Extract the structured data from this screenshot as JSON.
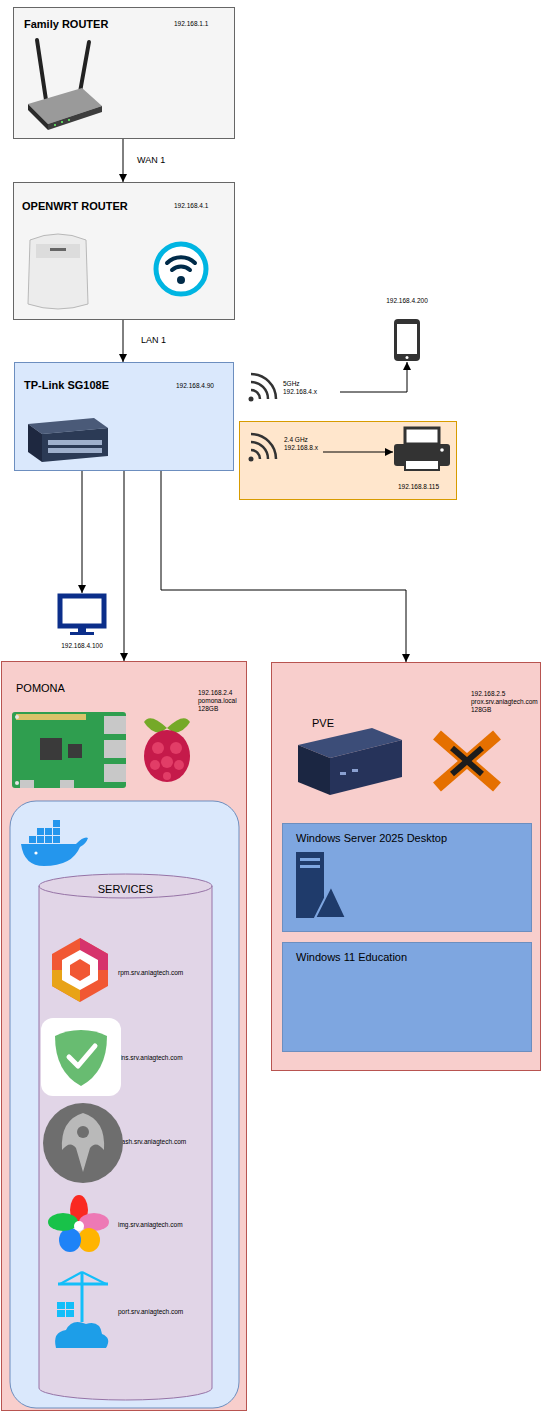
{
  "diagram": {
    "nodes": [
      {
        "text": [
          "Family ROUTER",
          "192.168.1.1"
        ]
      },
      {
        "text": [
          "OPENWRT ROUTER",
          "192.168.4.1"
        ]
      },
      {
        "text": [
          "TP-Link SG108E",
          "192.168.4.90"
        ]
      },
      {
        "text": [
          "2.4 GHz 192.168.8.x",
          "192.168.8.115"
        ]
      },
      {
        "text": [
          "POMONA",
          "192.168.2.4 pomona.local 128GB"
        ]
      },
      {
        "text": [
          "SERVICES",
          "rpm.srv.aniagtech.com",
          "dns.srv.aniagtech.com",
          "dash.srv.aniagtech.com",
          "img.srv.aniagtech.com",
          "port.srv.aniagtech.com"
        ],
        "in": 4
      },
      {
        "text": [
          "PVE",
          "192.168.2.5 prox.srv.aniagtech.com 128GB"
        ]
      },
      {
        "text": [
          "Windows Server 2025 Desktop"
        ],
        "in": 6
      },
      {
        "text": [
          "Windows 11 Education"
        ],
        "in": 6
      }
    ],
    "edges": [
      {
        "from": 0,
        "to": 1,
        "label": "WAN 1",
        "arrow": "to"
      },
      {
        "from": 1,
        "to": 2,
        "label": "LAN 1",
        "arrow": "to"
      },
      {
        "from": 2,
        "to": 4,
        "arrow": "to"
      },
      {
        "from": 2,
        "to": 6,
        "arrow": "to"
      }
    ],
    "labels": [
      "5GHz 192.168.4.x",
      "192.168.4.200",
      "192.168.4.100"
    ]
  }
}
